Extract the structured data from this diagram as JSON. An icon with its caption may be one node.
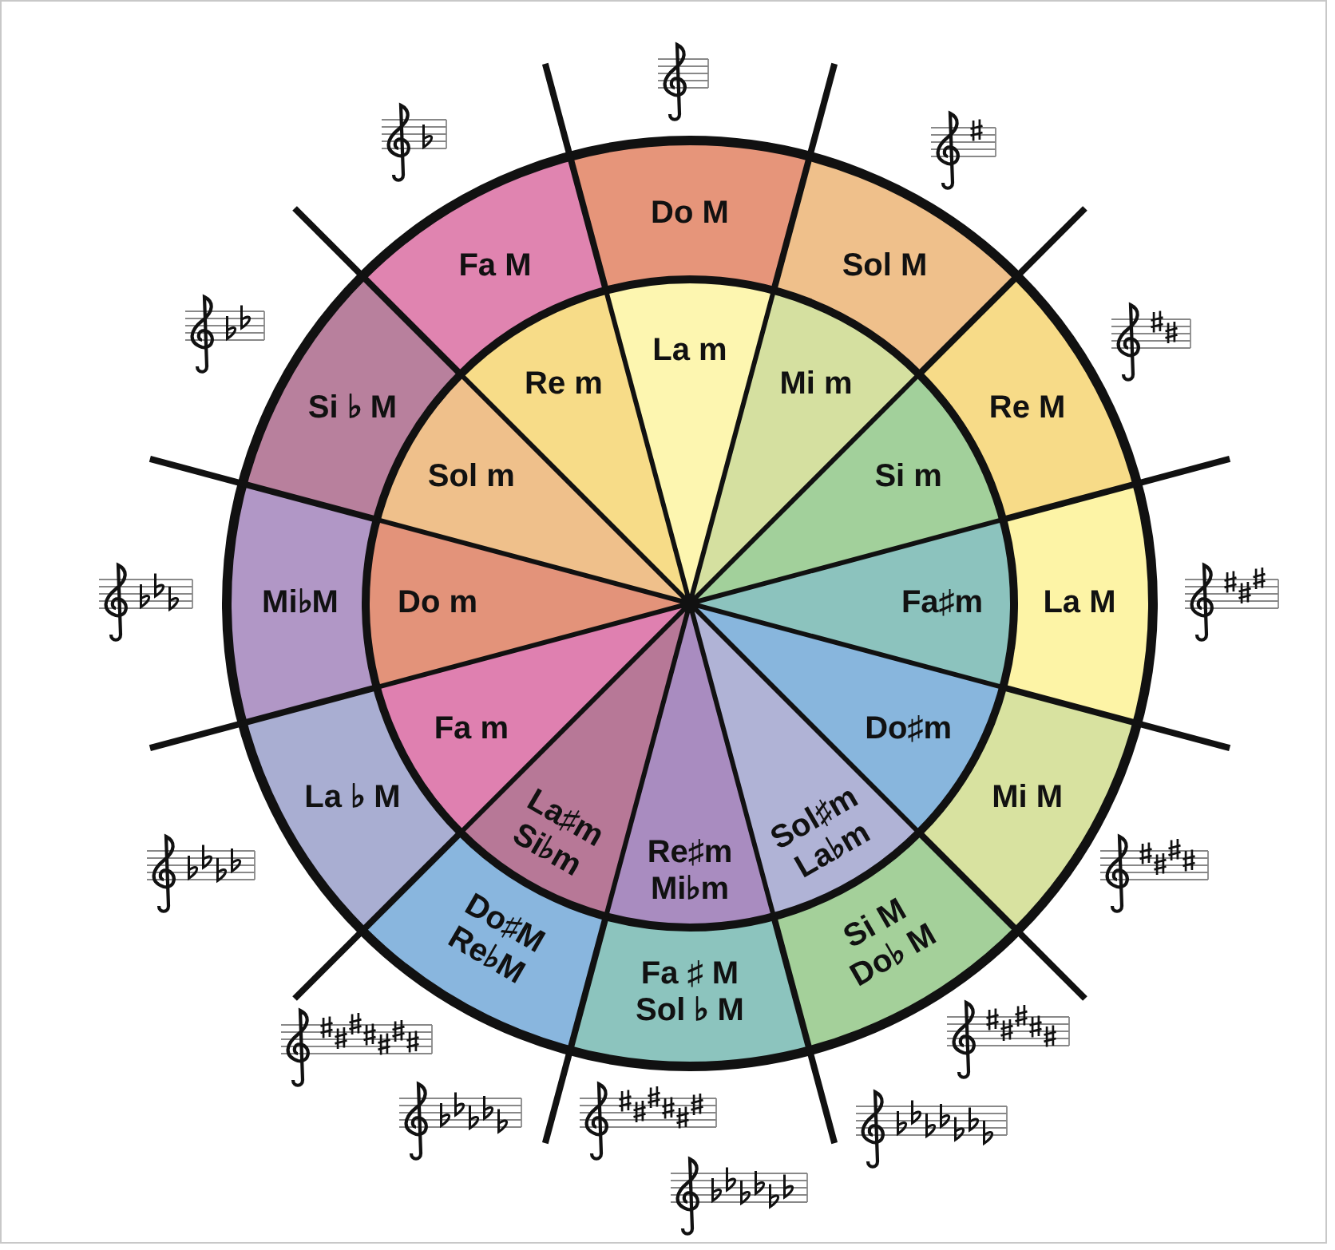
{
  "diagram": {
    "nodes": [
      {
        "text": [
          "Do M"
        ]
      },
      {
        "text": [
          "Sol M"
        ]
      },
      {
        "text": [
          "Re M"
        ]
      },
      {
        "text": [
          "La M"
        ]
      },
      {
        "text": [
          "Mi M"
        ]
      },
      {
        "text": [
          "Si M",
          "Do♭ M"
        ]
      },
      {
        "text": [
          "Fa ♯ M",
          "Sol ♭ M"
        ]
      },
      {
        "text": [
          "Do♯M",
          "Re♭M"
        ]
      },
      {
        "text": [
          "La ♭ M"
        ]
      },
      {
        "text": [
          "Mi♭M"
        ]
      },
      {
        "text": [
          "Si ♭ M"
        ]
      },
      {
        "text": [
          "Fa M"
        ]
      },
      {
        "text": [
          "La m"
        ]
      },
      {
        "text": [
          "Mi m"
        ]
      },
      {
        "text": [
          "Si m"
        ]
      },
      {
        "text": [
          "Fa♯m"
        ]
      },
      {
        "text": [
          "Do♯m"
        ]
      },
      {
        "text": [
          "Sol♯m",
          "La♭m"
        ]
      },
      {
        "text": [
          "Re♯m",
          "Mi♭m"
        ]
      },
      {
        "text": [
          "La♯m",
          "Si♭m"
        ]
      },
      {
        "text": [
          "Fa m"
        ]
      },
      {
        "text": [
          "Do m"
        ]
      },
      {
        "text": [
          "Sol m"
        ]
      },
      {
        "text": [
          "Re m"
        ]
      }
    ]
  }
}
